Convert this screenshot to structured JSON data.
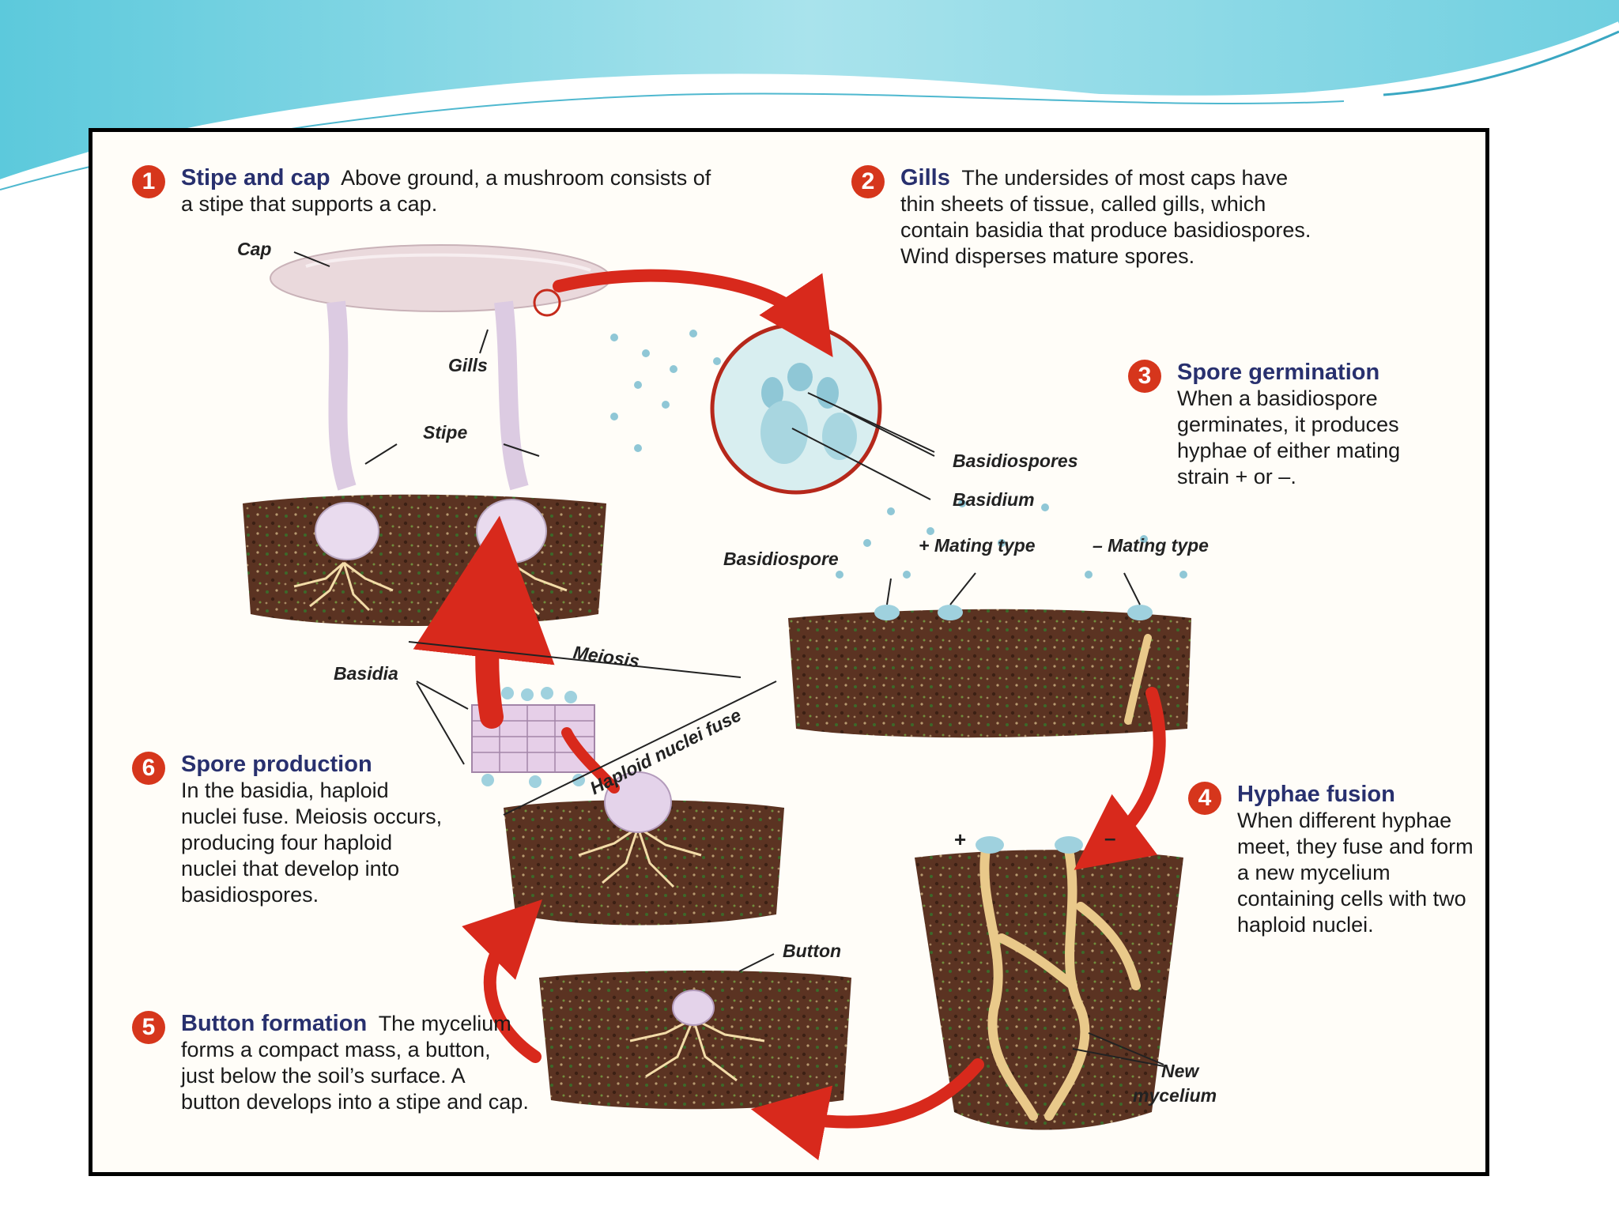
{
  "colors": {
    "step_number_bg": "#d6361c",
    "step_heading": "#28306e",
    "arrow": "#d8291c",
    "soil": "#5a3220",
    "mushroom": "#e6d6ec",
    "spores": "#8fc7d6",
    "hyphae": "#e9c98a",
    "banner": "#7fd3e0"
  },
  "steps": [
    {
      "number": "1",
      "heading": "Stipe and cap",
      "text": "Above ground, a mushroom consists of a stipe that supports a cap."
    },
    {
      "number": "2",
      "heading": "Gills",
      "text": "The undersides of most caps have thin sheets of tissue, called gills, which contain basidia that produce basidiospores. Wind disperses mature spores."
    },
    {
      "number": "3",
      "heading": "Spore germination",
      "text": "When a basidiospore germinates, it produces hyphae of either mating strain + or –."
    },
    {
      "number": "4",
      "heading": "Hyphae fusion",
      "text": "When different hyphae meet, they fuse and form a new mycelium containing cells with two haploid nuclei."
    },
    {
      "number": "5",
      "heading": "Button formation",
      "text": "The mycelium forms a compact mass, a button, just below the soil’s surface. A button develops into a stipe and cap."
    },
    {
      "number": "6",
      "heading": "Spore production",
      "text": "In the basidia, haploid nuclei fuse. Meiosis occurs, producing four haploid nuclei that develop into basidiospores."
    }
  ],
  "labels": {
    "cap": "Cap",
    "gills": "Gills",
    "stipe": "Stipe",
    "basidiospores": "Basidiospores",
    "basidium": "Basidium",
    "basidiospore": "Basidiospore",
    "plus_mating": "+ Mating type",
    "minus_mating": "– Mating type",
    "meiosis": "Meiosis",
    "basidia": "Basidia",
    "haploid_fuse": "Haploid nuclei fuse",
    "button": "Button",
    "new_mycelium_1": "New",
    "new_mycelium_2": "mycelium",
    "plus": "+",
    "minus": "–"
  }
}
